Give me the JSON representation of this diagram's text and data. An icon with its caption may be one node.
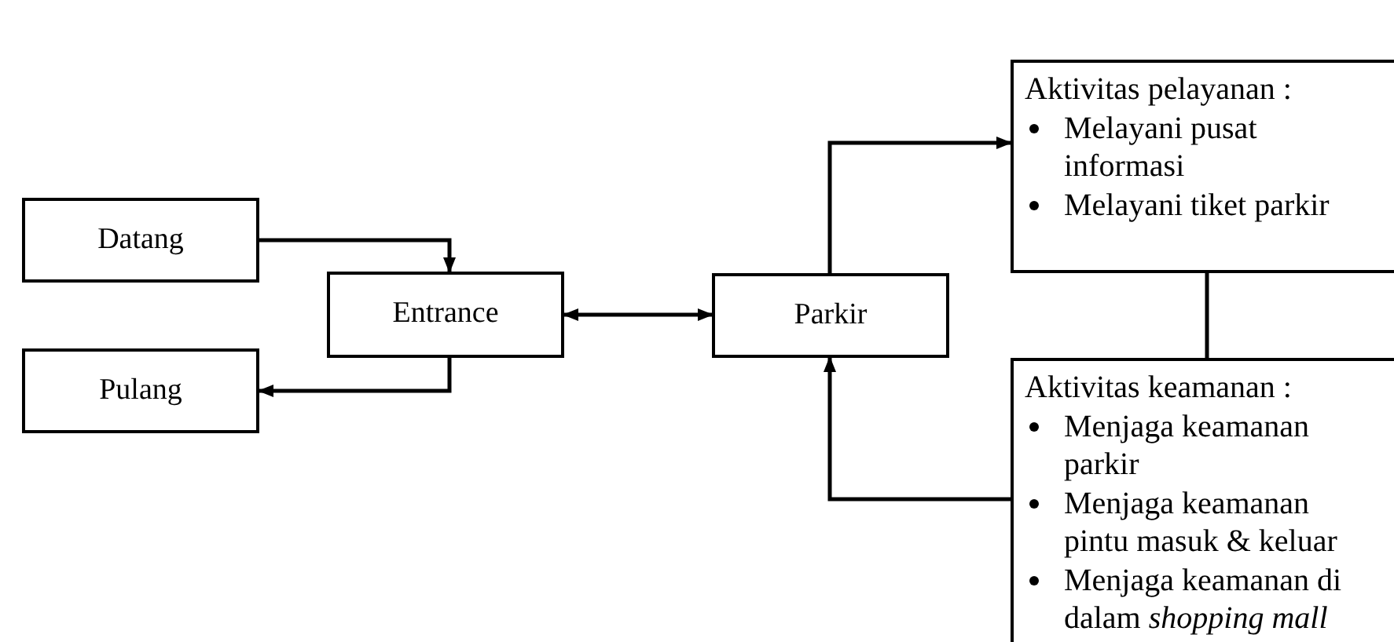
{
  "diagram": {
    "nodes": [
      {
        "text": [
          "Datang"
        ]
      },
      {
        "text": [
          "Pulang"
        ]
      },
      {
        "text": [
          "Entrance"
        ]
      },
      {
        "text": [
          "Parkir"
        ]
      },
      {
        "text": [
          "Aktivitas pelayanan :",
          "Melayani pusat informasi",
          "Melayani tiket parkir"
        ]
      },
      {
        "text": [
          "Aktivitas keamanan :",
          "Menjaga keamanan parkir",
          "Menjaga keamanan pintu masuk & keluar",
          "Menjaga keamanan di dalam *shopping mall*"
        ]
      }
    ],
    "edges": [
      {
        "from": 0,
        "to": 2,
        "arrow": "to"
      },
      {
        "from": 2,
        "to": 1,
        "arrow": "to"
      },
      {
        "from": 2,
        "to": 3,
        "arrow": "both"
      },
      {
        "from": 3,
        "to": 4,
        "arrow": "to"
      },
      {
        "from": 5,
        "to": 3,
        "arrow": "to"
      },
      {
        "from": 4,
        "to": 5,
        "arrow": "none"
      }
    ]
  }
}
